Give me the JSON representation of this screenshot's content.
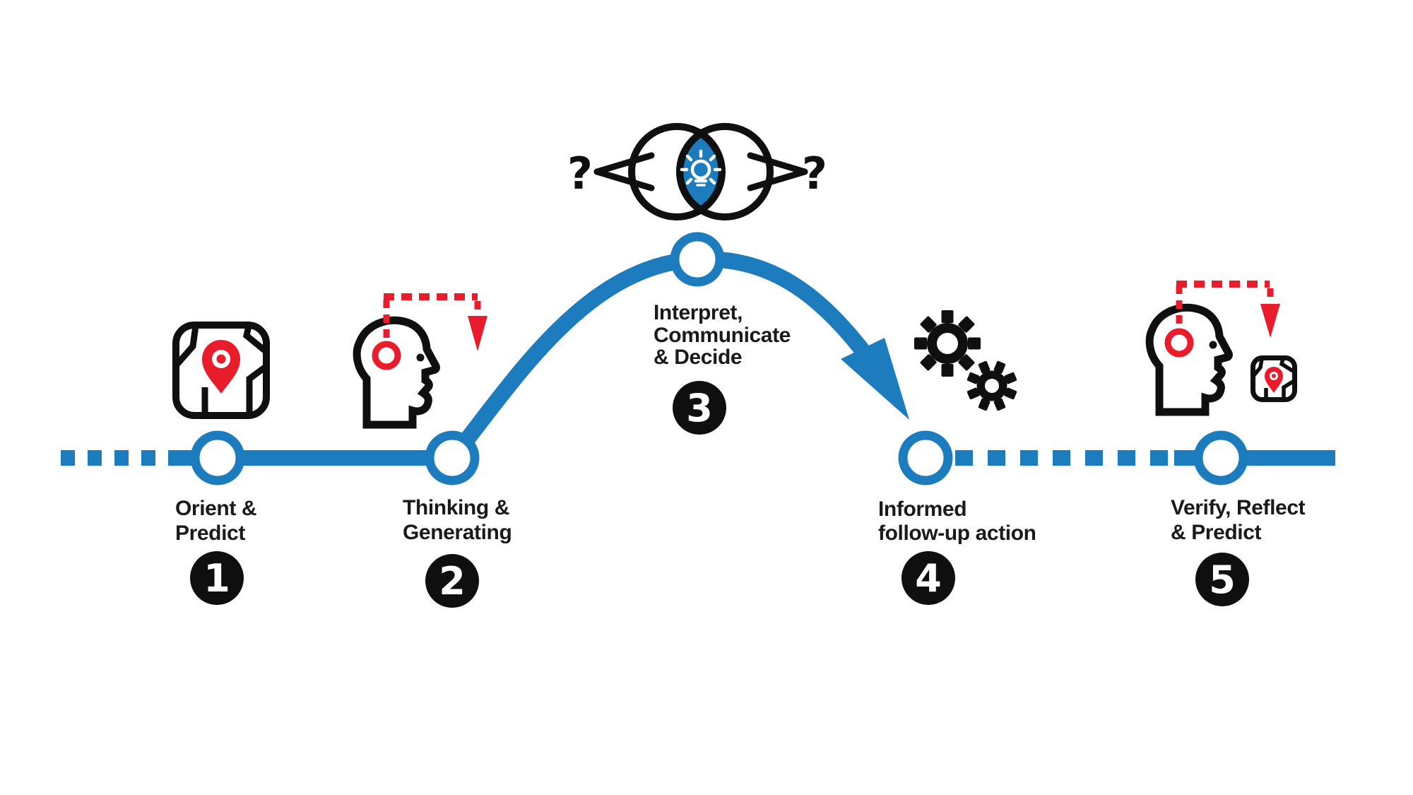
{
  "colors": {
    "blue": "#1d7cbe",
    "red": "#e91c2c",
    "black": "#0f0f0f",
    "text": "#1a1a1a",
    "background": "#ffffff"
  },
  "annotations": {
    "question_left": "?",
    "question_right": "?"
  },
  "steps": [
    {
      "number": "1",
      "label": "Orient & Predict",
      "lines": [
        "Orient &",
        "Predict"
      ],
      "icon": "map-location-icon"
    },
    {
      "number": "2",
      "label": "Thinking & Generating",
      "lines": [
        "Thinking &",
        "Generating"
      ],
      "icon": "head-memory-recall-icon"
    },
    {
      "number": "3",
      "label": "Interpret, Communicate & Decide",
      "lines": [
        "Interpret,",
        "Communicate",
        "& Decide"
      ],
      "icon": "venn-eye-lightbulb-icon"
    },
    {
      "number": "4",
      "label": "Informed follow-up action",
      "lines": [
        "Informed",
        "follow-up action"
      ],
      "icon": "gears-icon"
    },
    {
      "number": "5",
      "label": "Verify, Reflect & Predict",
      "lines": [
        "Verify, Reflect",
        "& Predict"
      ],
      "icon": "head-recall-to-map-icon"
    }
  ]
}
